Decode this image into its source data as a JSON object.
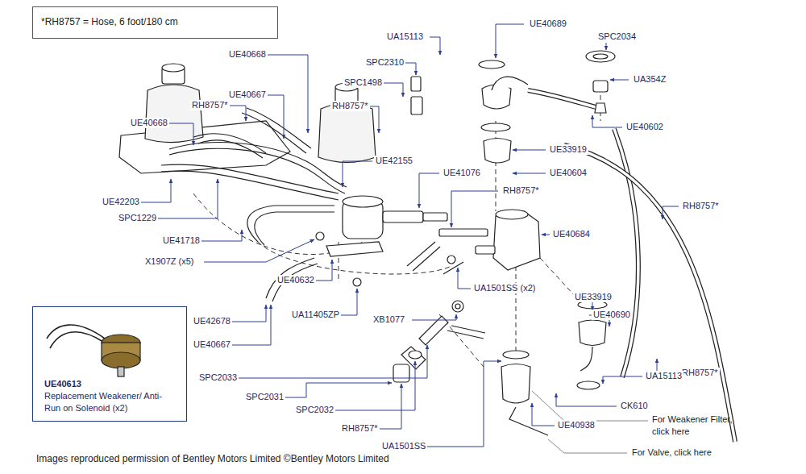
{
  "diagram": {
    "caption": "Images reproduced permission of Bentley Motors Limited ©Bentley Motors Limited",
    "nodes": [
      {
        "text": [
          "*RH8757 = Hose, 6 foot/180 cm"
        ]
      },
      {
        "text": [
          "UE40613",
          "Replacement Weakener/ Anti-Run on Solenoid (x2)"
        ]
      }
    ],
    "labels": [
      "UA15113",
      "UE40689",
      "SPC2034",
      "UA354Z",
      "UE40602",
      "UE33919",
      "UE40604",
      "UE40668",
      "UE40667",
      "SPC2310",
      "SPC1498",
      "RH8757*",
      "RH8757*",
      "UE40668",
      "UE42155",
      "UE41076",
      "UE42203",
      "SPC1229",
      "RH8757*",
      "RH8757*",
      "UE40684",
      "UE41718",
      "X1907Z (x5)",
      "UE40632",
      "UA1501SS (x2)",
      "UE33919",
      "UA11405ZP",
      "UE40690",
      "UE42678",
      "XB1077",
      "UE40667",
      "RH8757*",
      "UA15113",
      "SPC2033",
      "SPC2031",
      "SPC2032",
      "CK610",
      "For Weakener Filter, click here",
      "UE40938",
      "RH8757*",
      "For Valve, click here",
      "UA1501SS"
    ]
  }
}
